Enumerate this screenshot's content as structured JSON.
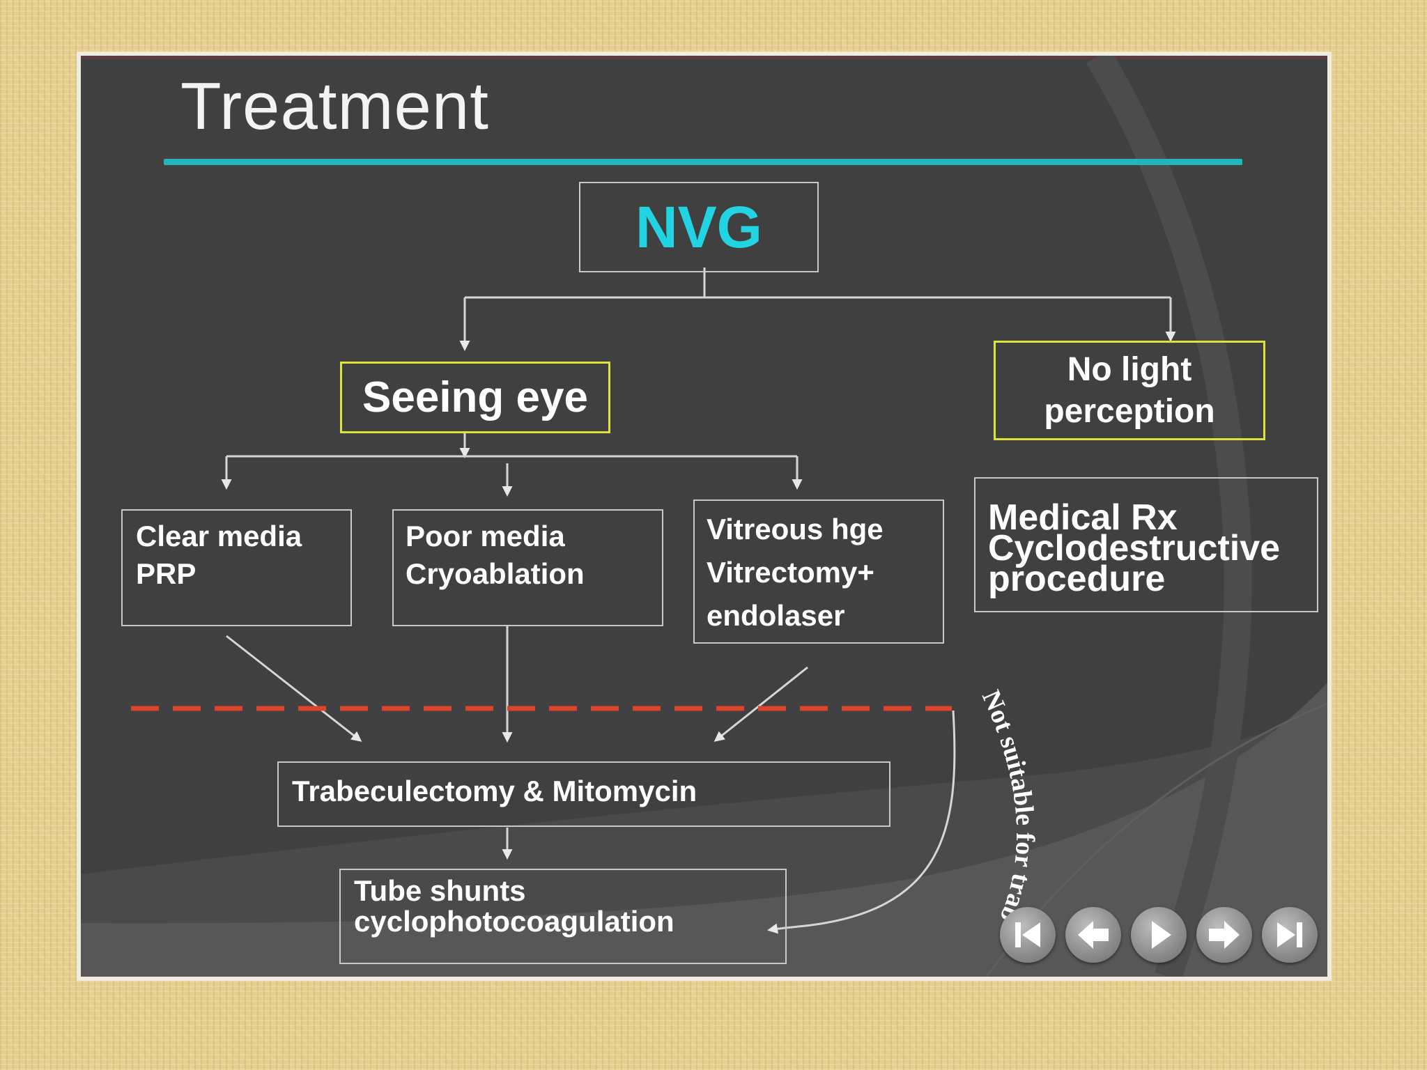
{
  "slide": {
    "title": "Treatment"
  },
  "diagram": {
    "nvg": "NVG",
    "seeing_eye": "Seeing eye",
    "no_light": [
      "No light",
      "perception"
    ],
    "clear_media": [
      "Clear media",
      "PRP"
    ],
    "poor_media": [
      "Poor media",
      "Cryoablation"
    ],
    "vitreous": [
      "Vitreous hge",
      "Vitrectomy+",
      "endolaser"
    ],
    "medical": [
      "Medical Rx",
      "Cyclodestructive",
      "procedure"
    ],
    "trab": "Trabeculectomy & Mitomycin",
    "tube": [
      "Tube shunts",
      "cyclophotocoagulation"
    ],
    "not_suitable": "Not suitable for trab"
  },
  "nav": {
    "buttons": [
      {
        "name": "first-slide-button",
        "icon": "skip-first-icon"
      },
      {
        "name": "previous-slide-button",
        "icon": "arrow-left-icon"
      },
      {
        "name": "play-button",
        "icon": "play-icon"
      },
      {
        "name": "next-slide-button",
        "icon": "arrow-right-icon"
      },
      {
        "name": "last-slide-button",
        "icon": "skip-last-icon"
      }
    ]
  },
  "colors": {
    "slide_bg": "#404040",
    "title_rule": "#1fb7bd",
    "nvg_text": "#22d3e2",
    "highlight_border": "#dfe23a",
    "dashed_line": "#d9442a",
    "page_bg": "#e6cf8c"
  }
}
